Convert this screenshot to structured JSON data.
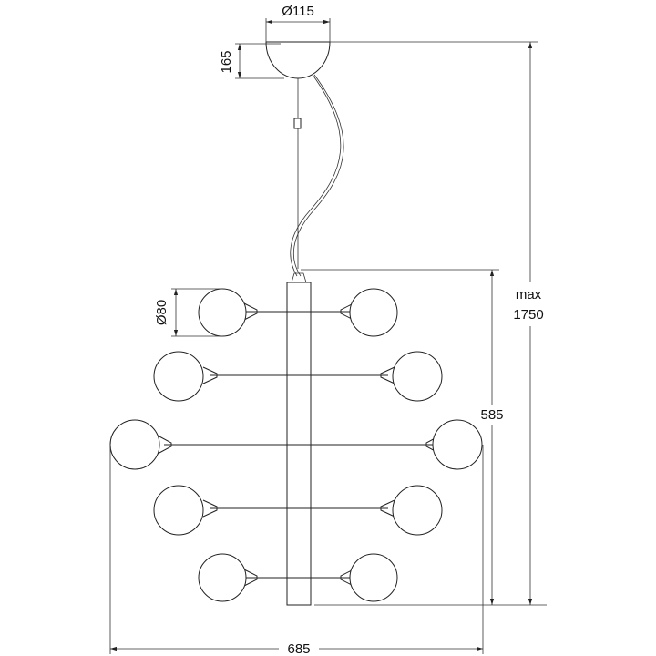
{
  "dimensions": {
    "canopy_diameter": "Ø115",
    "canopy_height": "165",
    "globe_diameter": "Ø80",
    "body_height": "585",
    "max_label": "max",
    "max_value": "1750",
    "overall_width": "685"
  },
  "colors": {
    "line": "#222222",
    "background": "#ffffff"
  }
}
